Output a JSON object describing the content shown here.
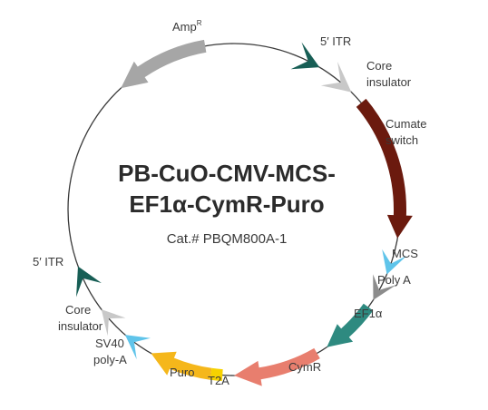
{
  "plasmid": {
    "title_line1": "PB-CuO-CMV-MCS-",
    "title_line2": "EF1α-CymR-Puro",
    "catalog": "Cat.# PBQM800A-1"
  },
  "features": {
    "ampr": {
      "label": "Amp",
      "sup": "R",
      "color": "#a6a6a6"
    },
    "itr_top": {
      "label": "5′ ITR",
      "color": "#175e55"
    },
    "core_ins_top": {
      "label1": "Core",
      "label2": "insulator",
      "color": "#c8c8c8"
    },
    "cumate": {
      "label1": "Cumate",
      "label2": "switch",
      "color": "#6b1a0e"
    },
    "mcs": {
      "label": "MCS",
      "color": "#5fc4ea"
    },
    "polya": {
      "label": "Poly A",
      "color": "#8c8c8c"
    },
    "ef1a": {
      "label": "EF1α",
      "color": "#2e8a80"
    },
    "cymr": {
      "label": "CymR",
      "color": "#e87e6e"
    },
    "t2a": {
      "label": "T2A",
      "color": "#f6d200"
    },
    "puro": {
      "label": "Puro",
      "color": "#f5b71b"
    },
    "sv40": {
      "label1": "SV40",
      "label2": "poly-A",
      "color": "#5fc4ea"
    },
    "core_ins_bottom": {
      "label1": "Core",
      "label2": "insulator",
      "color": "#c8c8c8"
    },
    "itr_left": {
      "label": "5′ ITR",
      "color": "#175e55"
    }
  }
}
